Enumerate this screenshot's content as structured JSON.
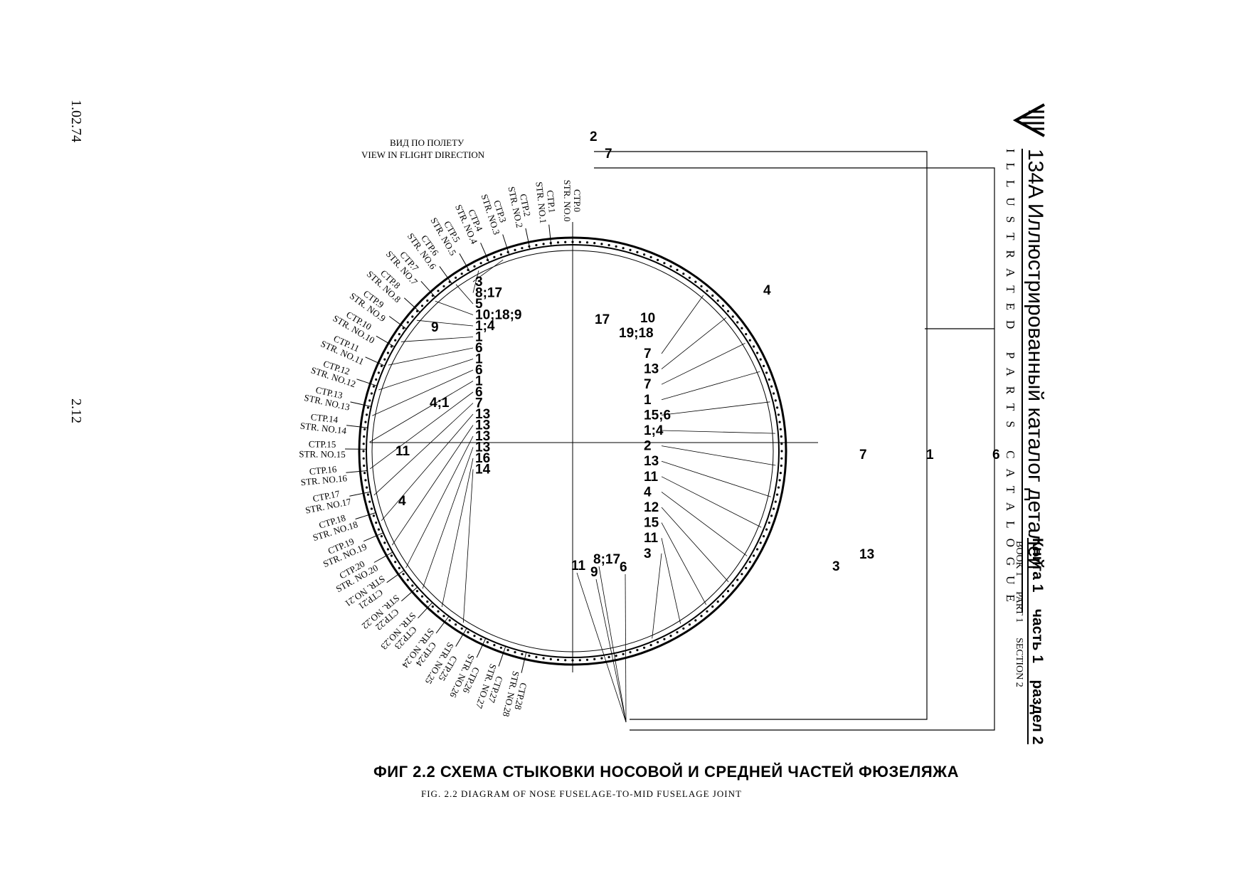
{
  "doc_number": "1.02.74",
  "page_number": "2.12",
  "header": {
    "model": "134A",
    "title_ru": "Иллюстрированный каталог деталей",
    "title_en": "ILLUSTRATED PARTS CATALOGUE",
    "book_ru": "Книга",
    "book_no": "1",
    "part_ru": "часть",
    "part_no": "1",
    "section_ru": "раздел",
    "section_no": "2",
    "book_en": "BOOK",
    "part_en": "PART",
    "section_en": "SECTION"
  },
  "diagram": {
    "view_ru": "ВИД ПО ПОЛЕТУ",
    "view_en": "VIEW IN FLIGHT DIRECTION",
    "stringers": [
      {
        "ru": "СТР.0",
        "en": "STR. NO.0"
      },
      {
        "ru": "СТР.1",
        "en": "STR. NO.1"
      },
      {
        "ru": "СТР.2",
        "en": "STR. NO.2"
      },
      {
        "ru": "СТР.3",
        "en": "STR. NO.3"
      },
      {
        "ru": "СТР.4",
        "en": "STR. NO.4"
      },
      {
        "ru": "СТР.5",
        "en": "STR. NO.5"
      },
      {
        "ru": "СТР.6",
        "en": "STR. NO.6"
      },
      {
        "ru": "СТР.7",
        "en": "STR. NO.7"
      },
      {
        "ru": "СТР.8",
        "en": "STR. NO.8"
      },
      {
        "ru": "СТР.9",
        "en": "STR. NO.9"
      },
      {
        "ru": "СТР.10",
        "en": "STR. NO.10"
      },
      {
        "ru": "СТР.11",
        "en": "STR. NO.11"
      },
      {
        "ru": "СТР.12",
        "en": "STR. NO.12"
      },
      {
        "ru": "СТР.13",
        "en": "STR. NO.13"
      },
      {
        "ru": "СТР.14",
        "en": "STR. NO.14"
      },
      {
        "ru": "СТР.15",
        "en": "STR. NO.15"
      },
      {
        "ru": "СТР.16",
        "en": "STR. NO.16"
      },
      {
        "ru": "СТР.17",
        "en": "STR. NO.17"
      },
      {
        "ru": "СТР.18",
        "en": "STR. NO.18"
      },
      {
        "ru": "СТР.19",
        "en": "STR. NO.19"
      },
      {
        "ru": "СТР.20",
        "en": "STR. NO.20"
      },
      {
        "ru": "СТР.21",
        "en": "STR. NO.21"
      },
      {
        "ru": "СТР.22",
        "en": "STR. NO.22"
      },
      {
        "ru": "СТР.23",
        "en": "STR. NO.23"
      },
      {
        "ru": "СТР.24",
        "en": "STR. NO.24"
      },
      {
        "ru": "СТР.25",
        "en": "STR. NO.25"
      },
      {
        "ru": "СТР.26",
        "en": "STR. NO.26"
      },
      {
        "ru": "СТР.27",
        "en": "STR. NO.27"
      },
      {
        "ru": "СТР.28",
        "en": "STR. NO.28"
      }
    ],
    "left_callouts": [
      "3",
      "8;17",
      "5",
      "10;18;9",
      "1;4",
      "1",
      "6",
      "1",
      "6",
      "1",
      "6",
      "7",
      "13",
      "13",
      "13",
      "13",
      "16",
      "14"
    ],
    "inner_left_callouts": [
      "9",
      "4;1",
      "11",
      "4"
    ],
    "center_callouts": [
      "17",
      "10",
      "19;18"
    ],
    "right_callouts": [
      "7",
      "13",
      "7",
      "1",
      "15;6",
      "1;4",
      "2",
      "13",
      "11",
      "4",
      "12",
      "15",
      "11",
      "3"
    ],
    "top_callouts": [
      "2",
      "7",
      "4"
    ],
    "bottom_callouts": [
      "11",
      "8;17",
      "9",
      "6"
    ],
    "far_right_callouts": [
      "7",
      "13",
      "3",
      "1",
      "6"
    ]
  },
  "caption": {
    "ru": "ФИГ 2.2 СХЕМА СТЫКОВКИ НОСОВОЙ И СРЕДНЕЙ ЧАСТЕЙ ФЮЗЕЛЯЖА",
    "en": "FIG. 2.2 DIAGRAM OF NOSE FUSELAGE-TO-MID FUSELAGE JOINT"
  }
}
